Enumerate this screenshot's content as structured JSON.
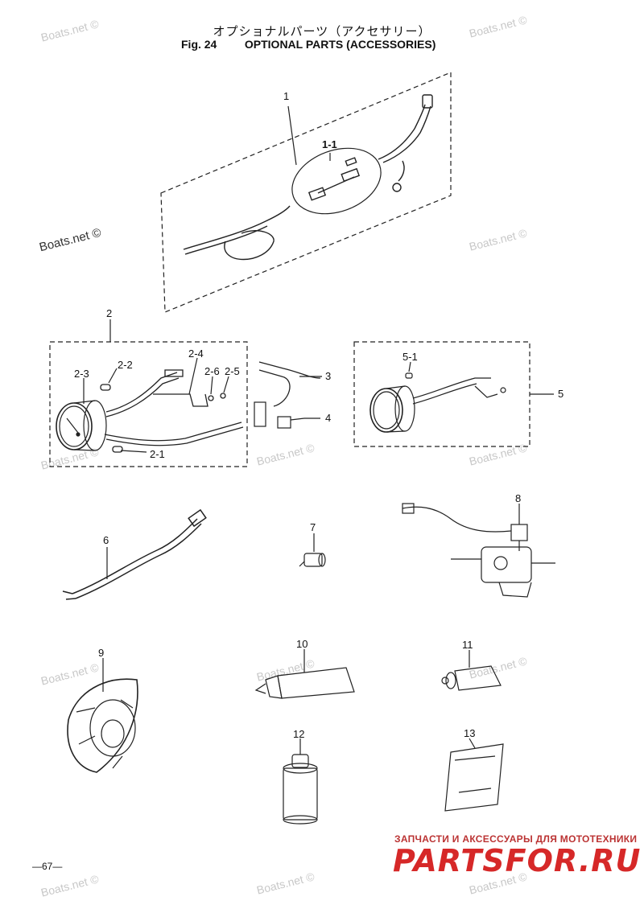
{
  "header": {
    "title_jp": "オプショナルパーツ（アクセサリー）",
    "fig_label": "Fig. 24",
    "title_en": "OPTIONAL PARTS (ACCESSORIES)"
  },
  "watermark_text": "Boats.net ©",
  "part_labels": [
    "1",
    "1-1",
    "2",
    "2-1",
    "2-2",
    "2-3",
    "2-4",
    "2-5",
    "2-6",
    "3",
    "4",
    "5",
    "5-1",
    "6",
    "7",
    "8",
    "9",
    "10",
    "11",
    "12",
    "13"
  ],
  "footer": {
    "page_number": "—67—",
    "brand_caption": "ЗАПЧАСТИ И АКСЕССУАРЫ ДЛЯ МОТОТЕХНИКИ",
    "brand_name": "PARTSFOR.RU"
  }
}
